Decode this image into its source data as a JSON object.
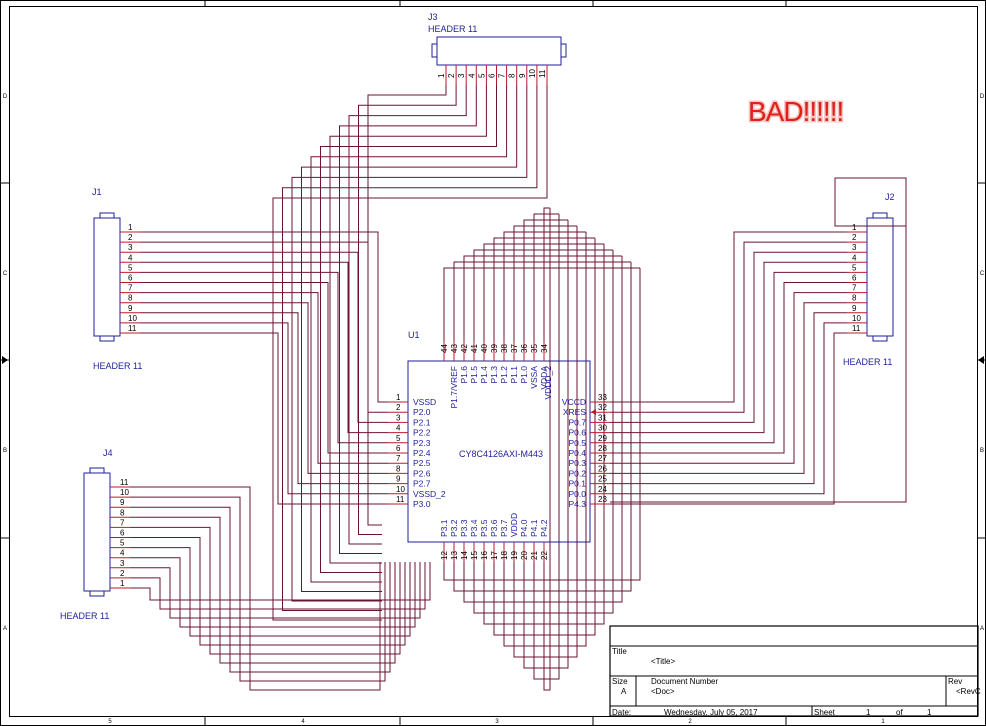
{
  "border": {
    "top_nums": [
      "",
      "",
      "",
      "",
      ""
    ],
    "bottom_nums": [
      "5",
      "4",
      "3",
      "2",
      "1"
    ],
    "side_letters": [
      "D",
      "C",
      "B",
      "A"
    ]
  },
  "annotation": {
    "text": "BAD!!!!!!",
    "color": "#e0201a"
  },
  "u1": {
    "ref": "U1",
    "part": "CY8C4126AXI-M443",
    "left_pins": [
      {
        "num": "1",
        "name": "VSSD"
      },
      {
        "num": "2",
        "name": "P2.0"
      },
      {
        "num": "3",
        "name": "P2.1"
      },
      {
        "num": "4",
        "name": "P2.2"
      },
      {
        "num": "5",
        "name": "P2.3"
      },
      {
        "num": "6",
        "name": "P2.4"
      },
      {
        "num": "7",
        "name": "P2.5"
      },
      {
        "num": "8",
        "name": "P2.6"
      },
      {
        "num": "9",
        "name": "P2.7"
      },
      {
        "num": "10",
        "name": "VSSD_2"
      },
      {
        "num": "11",
        "name": "P3.0"
      }
    ],
    "right_pins": [
      {
        "num": "33",
        "name": "VCCD"
      },
      {
        "num": "32",
        "name": "XRES"
      },
      {
        "num": "31",
        "name": "P0.7"
      },
      {
        "num": "30",
        "name": "P0.6"
      },
      {
        "num": "29",
        "name": "P0.5"
      },
      {
        "num": "28",
        "name": "P0.4"
      },
      {
        "num": "27",
        "name": "P0.3"
      },
      {
        "num": "26",
        "name": "P0.2"
      },
      {
        "num": "25",
        "name": "P0.1"
      },
      {
        "num": "24",
        "name": "P0.0"
      },
      {
        "num": "23",
        "name": "P4.3"
      }
    ],
    "top_pins": [
      {
        "num": "44",
        "name": ""
      },
      {
        "num": "43",
        "name": "P1.7/VREF"
      },
      {
        "num": "42",
        "name": "P1.6"
      },
      {
        "num": "41",
        "name": "P1.5"
      },
      {
        "num": "40",
        "name": "P1.4"
      },
      {
        "num": "39",
        "name": "P1.3"
      },
      {
        "num": "38",
        "name": "P1.2"
      },
      {
        "num": "37",
        "name": "P1.1"
      },
      {
        "num": "36",
        "name": "P1.0"
      },
      {
        "num": "35",
        "name": "VSSA"
      },
      {
        "num": "34",
        "name": "VDDA"
      }
    ],
    "bottom_pins": [
      {
        "num": "12",
        "name": "P3.1"
      },
      {
        "num": "13",
        "name": "P3.2"
      },
      {
        "num": "14",
        "name": "P3.3"
      },
      {
        "num": "15",
        "name": "P3.4"
      },
      {
        "num": "16",
        "name": "P3.5"
      },
      {
        "num": "17",
        "name": "P3.6"
      },
      {
        "num": "18",
        "name": "P3.7"
      },
      {
        "num": "19",
        "name": "VDDD"
      },
      {
        "num": "20",
        "name": "P4.0"
      },
      {
        "num": "21",
        "name": "P4.1"
      },
      {
        "num": "22",
        "name": "P4.2"
      }
    ],
    "extra_top_label": "VDDD_2"
  },
  "connectors": {
    "j1": {
      "ref": "J1",
      "type": "HEADER 11",
      "pins": [
        "1",
        "2",
        "3",
        "4",
        "5",
        "6",
        "7",
        "8",
        "9",
        "10",
        "11"
      ]
    },
    "j2": {
      "ref": "J2",
      "type": "HEADER 11",
      "pins": [
        "1",
        "2",
        "3",
        "4",
        "5",
        "6",
        "7",
        "8",
        "9",
        "10",
        "11"
      ]
    },
    "j3": {
      "ref": "J3",
      "type": "HEADER 11",
      "pins": [
        "1",
        "2",
        "3",
        "4",
        "5",
        "6",
        "7",
        "8",
        "9",
        "10",
        "11"
      ]
    },
    "j4": {
      "ref": "J4",
      "type": "HEADER 11",
      "pins": [
        "11",
        "10",
        "9",
        "8",
        "7",
        "6",
        "5",
        "4",
        "3",
        "2",
        "1"
      ]
    }
  },
  "title_block": {
    "title_label": "Title",
    "title_value": "<Title>",
    "size_label": "Size",
    "size_value": "A",
    "docnum_label": "Document Number",
    "docnum_value": "<Doc>",
    "rev_label": "Rev",
    "rev_value": "<RevC",
    "date_label": "Date:",
    "date_value": "Wednesday, July 05, 2017",
    "sheet_label": "Sheet",
    "sheet_num": "1",
    "of_label": "of",
    "sheet_total": "1"
  },
  "colors": {
    "wire": "#6b1430",
    "component": "#1f1f9a",
    "pin": "#c0182a",
    "frame": "#000000"
  }
}
